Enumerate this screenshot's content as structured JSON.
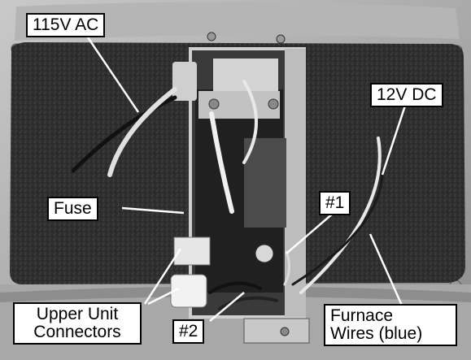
{
  "callouts": {
    "ac": "115V AC",
    "dc": "12V DC",
    "fuse": "Fuse",
    "conn1": "#1",
    "conn2": "#2",
    "upper_line1": "Upper Unit",
    "upper_line2": "Connectors",
    "furnace_line1": "Furnace",
    "furnace_line2": "Wires (blue)"
  },
  "colors": {
    "callout_bg": "#ffffff",
    "callout_border": "#000000",
    "leader_line": "#ffffff"
  }
}
